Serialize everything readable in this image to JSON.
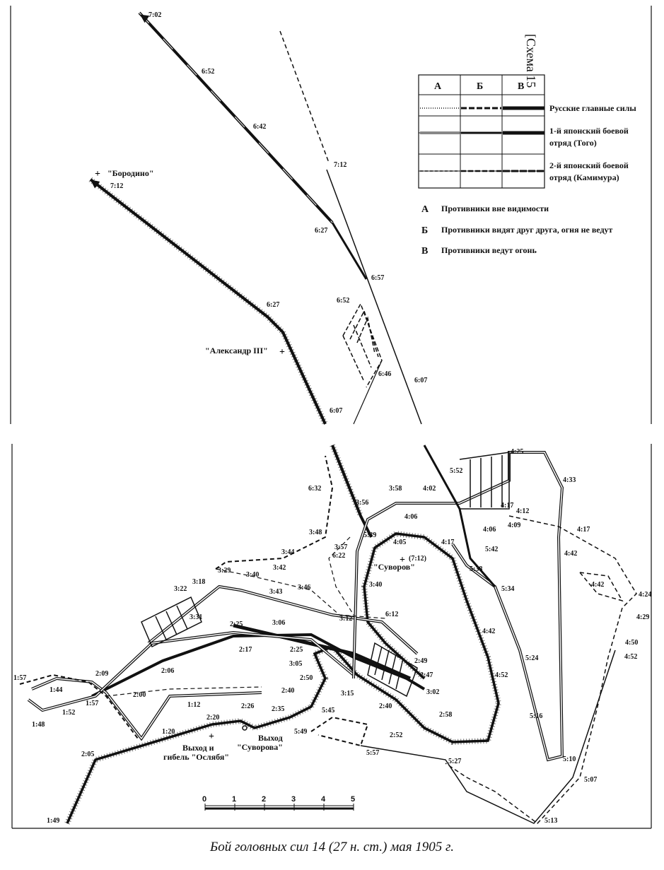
{
  "schema_label": "[Схема 15",
  "legend": {
    "columns": [
      "А",
      "Б",
      "В"
    ],
    "rows": [
      {
        "label": "Русские главные силы"
      },
      {
        "label_1": "1-й японский боевой",
        "label_2": "отряд (Того)"
      },
      {
        "label_1": "2-й японский боевой",
        "label_2": "отряд (Камимура)"
      }
    ],
    "keys": [
      {
        "letter": "А",
        "text": "Противники вне видимости"
      },
      {
        "letter": "Б",
        "text": "Противники видят друг друга, огня не ведут"
      },
      {
        "letter": "В",
        "text": "Противники ведут огонь"
      }
    ]
  },
  "ships": {
    "borodino": "\"Бородино\"",
    "alexander": "\"Александр III\"",
    "suvorov": "\"Суворов\"",
    "suvorov_time": "(7:12)",
    "oslyabya_1": "Выход и",
    "oslyabya_2": "гибель \"Ослябя\"",
    "suvorov_exit_1": "Выход",
    "suvorov_exit_2": "\"Суворова\""
  },
  "scale": {
    "ticks": [
      "0",
      "1",
      "2",
      "3",
      "4",
      "5"
    ]
  },
  "times_top": [
    "7:02",
    "6:52",
    "6:42",
    "7:12",
    "7:12",
    "6:27",
    "6:27",
    "6:57",
    "6:52",
    "6:46",
    "6:07",
    "6:07"
  ],
  "times_bottom": [
    "4:25",
    "5:52",
    "4:33",
    "6:32",
    "3:58",
    "4:02",
    "3:56",
    "4:17",
    "4:12",
    "4:06",
    "4:06",
    "4:09",
    "4:17",
    "3:48",
    "5:39",
    "4:05",
    "4:17",
    "5:42",
    "3:44",
    "3:57",
    "6:22",
    "4:42",
    "3:29",
    "3:42",
    "5:38",
    "3:18",
    "3:40",
    "3:40",
    "5:34",
    "4:42",
    "4:24",
    "3:22",
    "3:43",
    "3:46",
    "4:29",
    "6:12",
    "3:31",
    "3:12",
    "3:06",
    "2:25",
    "4:42",
    "4:50",
    "2:17",
    "2:25",
    "5:24",
    "4:52",
    "2:49",
    "2:47",
    "3:05",
    "2:06",
    "2:09",
    "4:52",
    "1:57",
    "2:50",
    "3:02",
    "1:44",
    "2:00",
    "2:40",
    "3:15",
    "1:12",
    "1:57",
    "1:52",
    "2:26",
    "2:35",
    "2:40",
    "2:58",
    "5:45",
    "5:16",
    "1:48",
    "2:20",
    "1:20",
    "5:49",
    "2:52",
    "5:57",
    "5:10",
    "2:05",
    "5:27",
    "5:07",
    "1:49",
    "5:13"
  ],
  "caption": "Бой головных сил 14 (27 н. ст.) мая 1905 г."
}
